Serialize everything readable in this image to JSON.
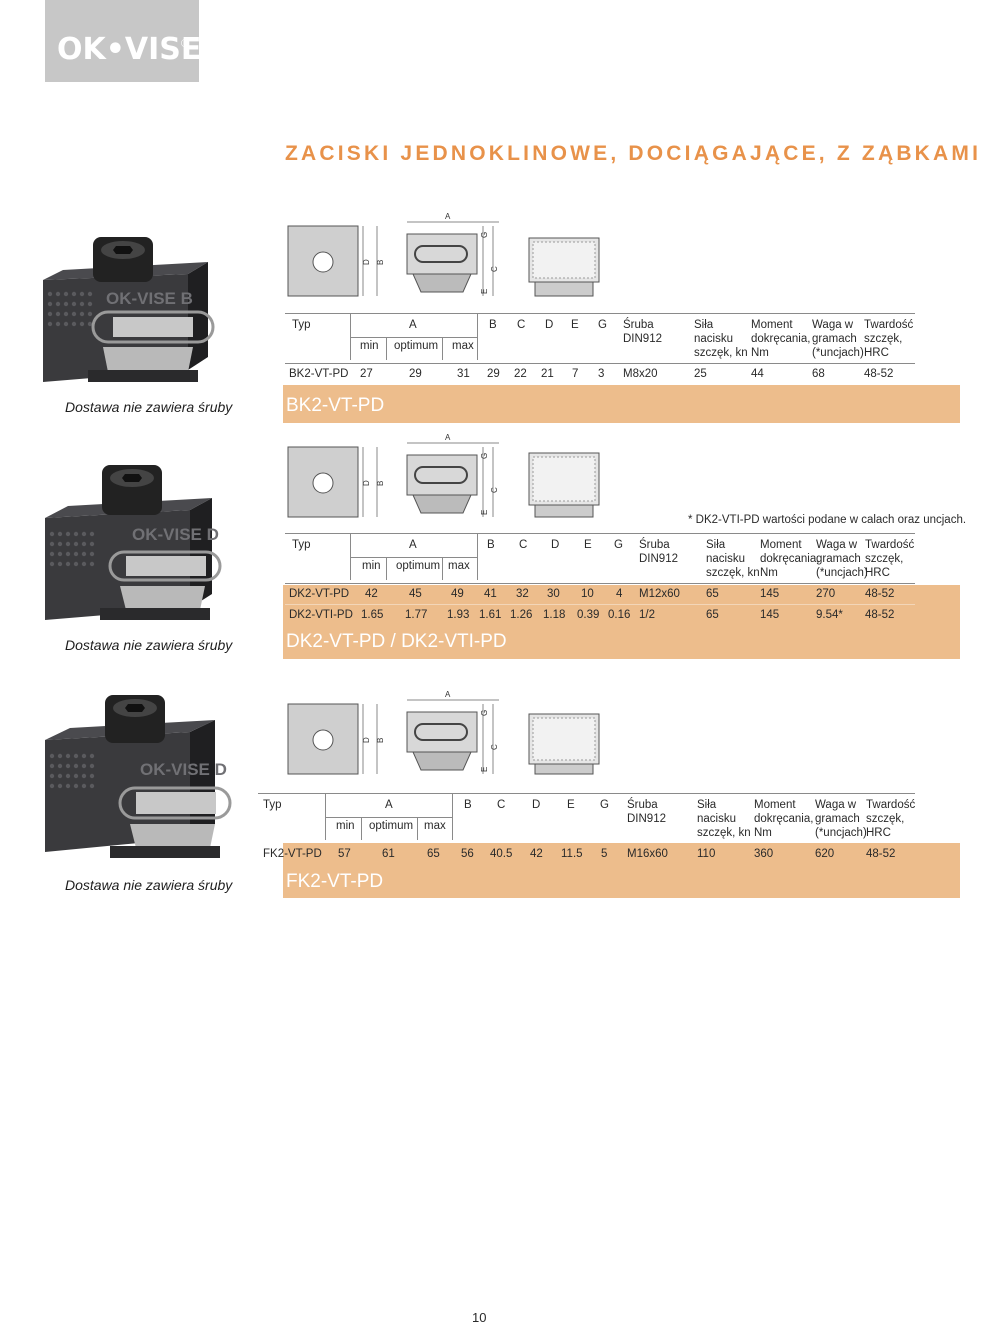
{
  "brand": {
    "logo_text": "OK•VISE",
    "registered_mark": "®"
  },
  "title": "ZACISKI JEDNOKLINOWE, DOCIĄGAJĄCE, Z ZĄBKAMI",
  "diagram_labels": {
    "a": "A",
    "b": "B",
    "c": "C",
    "d": "D",
    "e": "E",
    "g": "G"
  },
  "table_header": {
    "typ": "Typ",
    "a": "A",
    "min": "min",
    "optimum": "optimum",
    "max": "max",
    "b": "B",
    "c": "C",
    "d": "D",
    "e": "E",
    "g": "G",
    "sruba": [
      "Śruba",
      "DIN912"
    ],
    "sila": [
      "Siła",
      "nacisku",
      "szczęk, kn"
    ],
    "moment": [
      "Moment",
      "dokręcania,",
      "Nm"
    ],
    "waga": [
      "Waga w",
      "gramach",
      "(*uncjach)"
    ],
    "twardosc": [
      "Twardość",
      "szczęk,",
      "HRC"
    ]
  },
  "sections": [
    {
      "photo_label": "OK-VISE B",
      "note": "Dostawa nie zawiera śruby",
      "product_name": "BK2-VT-PD",
      "rows": [
        [
          "BK2-VT-PD",
          "27",
          "29",
          "31",
          "29",
          "22",
          "21",
          "7",
          "3",
          "M8x20",
          "25",
          "44",
          "68",
          "48-52"
        ]
      ]
    },
    {
      "photo_label": "OK-VISE D",
      "note": "Dostawa nie zawiera śruby",
      "product_name": "DK2-VT-PD / DK2-VTI-PD",
      "footnote": "* DK2-VTI-PD wartości podane w calach oraz uncjach.",
      "rows": [
        [
          "DK2-VT-PD",
          "42",
          "45",
          "49",
          "41",
          "32",
          "30",
          "10",
          "4",
          "M12x60",
          "65",
          "145",
          "270",
          "48-52"
        ],
        [
          "DK2-VTI-PD",
          "1.65",
          "1.77",
          "1.93",
          "1.61",
          "1.26",
          "1.18",
          "0.39",
          "0.16",
          "1/2",
          "65",
          "145",
          "9.54*",
          "48-52"
        ]
      ]
    },
    {
      "photo_label": "OK-VISE D",
      "note": "Dostawa nie zawiera śruby",
      "product_name": "FK2-VT-PD",
      "rows": [
        [
          "FK2-VT-PD",
          "57",
          "61",
          "65",
          "56",
          "40.5",
          "42",
          "11.5",
          "5",
          "M16x60",
          "110",
          "360",
          "620",
          "48-52"
        ]
      ]
    }
  ],
  "page_number": "10",
  "colors": {
    "accent": "#e8924a",
    "band": "#edbd8c",
    "logo_box": "#c7c7c7"
  }
}
